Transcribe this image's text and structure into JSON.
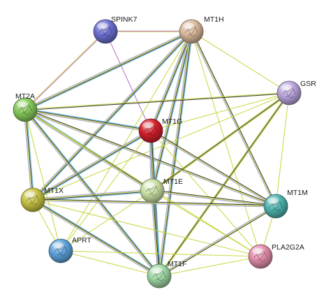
{
  "nodes": [
    {
      "id": "SPINK7",
      "label": "SPINK7",
      "color": "#6b6fd0"
    },
    {
      "id": "MT1H",
      "label": "MT1H",
      "color": "#d9b89a"
    },
    {
      "id": "GSR",
      "label": "GSR",
      "color": "#b9a4dc"
    },
    {
      "id": "MT2A",
      "label": "MT2A",
      "color": "#86c95a"
    },
    {
      "id": "MT1G",
      "label": "MT1G",
      "color": "#d21f2a"
    },
    {
      "id": "MT1E",
      "label": "MT1E",
      "color": "#c9e0a4"
    },
    {
      "id": "MT1X",
      "label": "MT1X",
      "color": "#c6c244"
    },
    {
      "id": "MT1M",
      "label": "MT1M",
      "color": "#4fb3ad"
    },
    {
      "id": "APRT",
      "label": "APRT",
      "color": "#5fa2db"
    },
    {
      "id": "PLA2G2A",
      "label": "PLA2G2A",
      "color": "#e28dab"
    },
    {
      "id": "MT1F",
      "label": "MT1F",
      "color": "#9fd6a2"
    }
  ],
  "edge_colors": {
    "textmining": "#c8d43a",
    "coexpression": "#222222",
    "database": "#56b5d8",
    "experimental": "#b45fbf",
    "homology": "#9a9ad8"
  },
  "edges": [
    {
      "a": "SPINK7",
      "b": "MT1H",
      "types": [
        "experimental",
        "textmining"
      ]
    },
    {
      "a": "SPINK7",
      "b": "MT2A",
      "types": [
        "experimental",
        "textmining"
      ]
    },
    {
      "a": "SPINK7",
      "b": "MT1G",
      "types": [
        "experimental"
      ]
    },
    {
      "a": "MT1H",
      "b": "GSR",
      "types": [
        "textmining"
      ]
    },
    {
      "a": "MT1H",
      "b": "MT2A",
      "types": [
        "database",
        "coexpression",
        "textmining",
        "homology"
      ]
    },
    {
      "a": "MT1H",
      "b": "MT1G",
      "types": [
        "database",
        "coexpression",
        "textmining",
        "homology"
      ]
    },
    {
      "a": "MT1H",
      "b": "MT1E",
      "types": [
        "database",
        "coexpression",
        "textmining",
        "homology"
      ]
    },
    {
      "a": "MT1H",
      "b": "MT1X",
      "types": [
        "database",
        "coexpression",
        "textmining",
        "homology"
      ]
    },
    {
      "a": "MT1H",
      "b": "MT1M",
      "types": [
        "coexpression",
        "textmining",
        "homology"
      ]
    },
    {
      "a": "MT1H",
      "b": "MT1F",
      "types": [
        "database",
        "coexpression",
        "textmining",
        "homology"
      ]
    },
    {
      "a": "MT1H",
      "b": "PLA2G2A",
      "types": [
        "textmining"
      ]
    },
    {
      "a": "MT1H",
      "b": "APRT",
      "types": [
        "textmining"
      ]
    },
    {
      "a": "GSR",
      "b": "MT2A",
      "types": [
        "coexpression",
        "textmining"
      ]
    },
    {
      "a": "GSR",
      "b": "MT1G",
      "types": [
        "textmining"
      ]
    },
    {
      "a": "GSR",
      "b": "MT1E",
      "types": [
        "textmining",
        "coexpression",
        "textmining"
      ]
    },
    {
      "a": "GSR",
      "b": "MT1X",
      "types": [
        "textmining"
      ]
    },
    {
      "a": "GSR",
      "b": "MT1F",
      "types": [
        "textmining",
        "coexpression",
        "textmining"
      ]
    },
    {
      "a": "GSR",
      "b": "MT1M",
      "types": [
        "textmining"
      ]
    },
    {
      "a": "MT2A",
      "b": "MT1G",
      "types": [
        "database",
        "coexpression",
        "textmining",
        "homology"
      ]
    },
    {
      "a": "MT2A",
      "b": "MT1E",
      "types": [
        "database",
        "coexpression",
        "textmining",
        "homology"
      ]
    },
    {
      "a": "MT2A",
      "b": "MT1X",
      "types": [
        "database",
        "coexpression",
        "textmining",
        "homology"
      ]
    },
    {
      "a": "MT2A",
      "b": "MT1M",
      "types": [
        "coexpression",
        "textmining",
        "homology"
      ]
    },
    {
      "a": "MT2A",
      "b": "MT1F",
      "types": [
        "database",
        "coexpression",
        "textmining",
        "homology"
      ]
    },
    {
      "a": "MT2A",
      "b": "APRT",
      "types": [
        "textmining"
      ]
    },
    {
      "a": "MT2A",
      "b": "PLA2G2A",
      "types": [
        "textmining"
      ]
    },
    {
      "a": "MT1G",
      "b": "MT1E",
      "types": [
        "database",
        "coexpression",
        "textmining",
        "homology"
      ]
    },
    {
      "a": "MT1G",
      "b": "MT1X",
      "types": [
        "database",
        "coexpression",
        "textmining",
        "homology"
      ]
    },
    {
      "a": "MT1G",
      "b": "MT1M",
      "types": [
        "coexpression",
        "textmining",
        "homology"
      ]
    },
    {
      "a": "MT1G",
      "b": "MT1F",
      "types": [
        "database",
        "coexpression",
        "textmining",
        "homology"
      ]
    },
    {
      "a": "MT1G",
      "b": "PLA2G2A",
      "types": [
        "textmining"
      ]
    },
    {
      "a": "MT1G",
      "b": "APRT",
      "types": [
        "textmining"
      ]
    },
    {
      "a": "MT1E",
      "b": "MT1X",
      "types": [
        "database",
        "coexpression",
        "textmining",
        "homology"
      ]
    },
    {
      "a": "MT1E",
      "b": "MT1M",
      "types": [
        "coexpression",
        "textmining",
        "homology"
      ]
    },
    {
      "a": "MT1E",
      "b": "MT1F",
      "types": [
        "database",
        "coexpression",
        "textmining",
        "homology"
      ]
    },
    {
      "a": "MT1E",
      "b": "APRT",
      "types": [
        "textmining"
      ]
    },
    {
      "a": "MT1E",
      "b": "PLA2G2A",
      "types": [
        "textmining"
      ]
    },
    {
      "a": "MT1X",
      "b": "MT1M",
      "types": [
        "coexpression",
        "textmining",
        "homology"
      ]
    },
    {
      "a": "MT1X",
      "b": "MT1F",
      "types": [
        "database",
        "coexpression",
        "textmining",
        "homology"
      ]
    },
    {
      "a": "MT1X",
      "b": "APRT",
      "types": [
        "textmining"
      ]
    },
    {
      "a": "MT1X",
      "b": "PLA2G2A",
      "types": [
        "textmining"
      ]
    },
    {
      "a": "MT1M",
      "b": "MT1F",
      "types": [
        "coexpression",
        "textmining",
        "homology"
      ]
    },
    {
      "a": "MT1M",
      "b": "PLA2G2A",
      "types": [
        "textmining"
      ]
    },
    {
      "a": "APRT",
      "b": "MT1F",
      "types": [
        "textmining"
      ]
    },
    {
      "a": "APRT",
      "b": "PLA2G2A",
      "types": [
        "textmining"
      ]
    },
    {
      "a": "MT1F",
      "b": "PLA2G2A",
      "types": [
        "textmining"
      ]
    }
  ]
}
